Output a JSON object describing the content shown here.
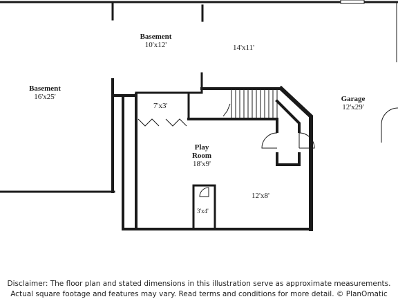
{
  "rooms": {
    "basement_left": {
      "name": "Basement",
      "dims": "16'x25'"
    },
    "basement_top": {
      "name": "Basement",
      "dims": "10'x12'"
    },
    "room_14x11": {
      "dims": "14'x11'"
    },
    "garage": {
      "name": "Garage",
      "dims": "12'x29'"
    },
    "closet_7x3": {
      "dims": "7'x3'"
    },
    "play_room": {
      "name_line1": "Play",
      "name_line2": "Room",
      "dims": "18'x9'"
    },
    "room_12x8": {
      "dims": "12'x8'"
    },
    "closet_3x4": {
      "dims": "3'x4'"
    }
  },
  "disclaimer": {
    "line1": "Disclaimer: The floor plan and stated dimensions in this illustration serve as approximate measurements.",
    "line2": "Actual square footage and features may vary. Read terms and conditions for more detail. © PlanOmatic"
  },
  "colors": {
    "wall": "#1a1a1a",
    "background": "#ffffff"
  }
}
